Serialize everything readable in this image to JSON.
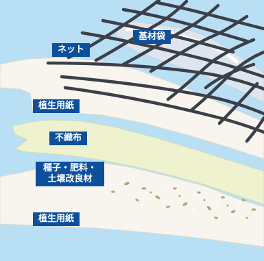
{
  "labels": {
    "net": "ネット",
    "base_bag": "基材袋",
    "veg_paper_top": "植生用紙",
    "nonwoven": "不織布",
    "seed_line1": "種子・肥料・",
    "seed_line2": "土壌改良材",
    "veg_paper_bottom": "植生用紙"
  },
  "colors": {
    "background": "#b9dff4",
    "label_bg": "#0d4f9a",
    "label_text": "#ffffff",
    "net": "#3b3f48",
    "paper": "#f8f5ee",
    "nonwoven": "#eef2cf",
    "bag": "#dde6ef",
    "seeds": "#b9a27a"
  }
}
